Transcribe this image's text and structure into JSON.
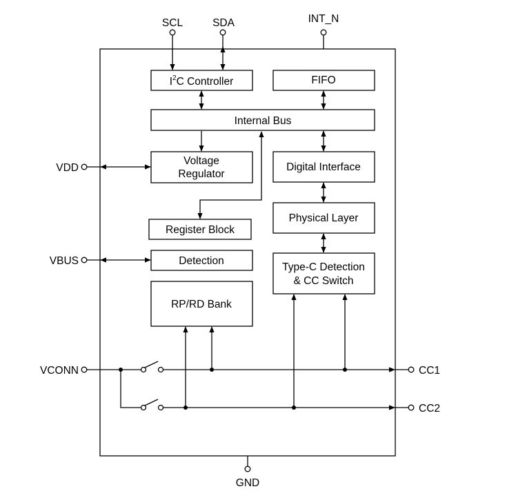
{
  "pins": {
    "scl": "SCL",
    "sda": "SDA",
    "int_n": "INT_N",
    "vdd": "VDD",
    "vbus": "VBUS",
    "vconn": "VCONN",
    "cc1": "CC1",
    "cc2": "CC2",
    "gnd": "GND"
  },
  "blocks": {
    "i2c_controller": {
      "prefix": "I",
      "superscript": "2",
      "suffix": "C Controller"
    },
    "fifo": "FIFO",
    "internal_bus": "Internal Bus",
    "voltage_regulator": {
      "line1": "Voltage",
      "line2": "Regulator"
    },
    "digital_interface": "Digital Interface",
    "register_block": "Register Block",
    "physical_layer": "Physical Layer",
    "detection": "Detection",
    "type_c_detection": {
      "line1": "Type-C Detection",
      "line2": "& CC Switch"
    },
    "rp_rd_bank": "RP/RD Bank"
  }
}
